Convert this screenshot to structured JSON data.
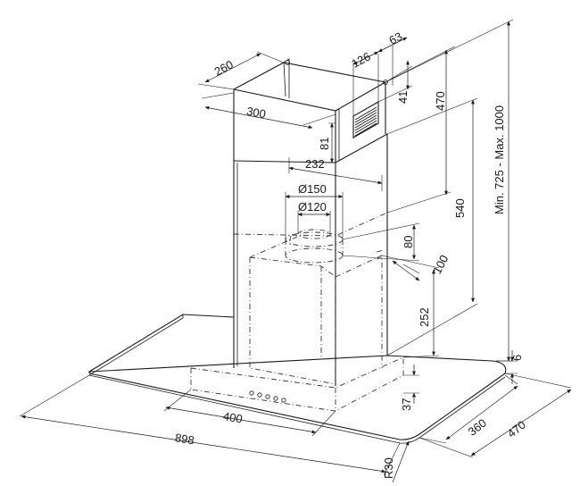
{
  "dimensions": {
    "chimney_depth": "260",
    "chimney_width": "300",
    "vent_offset": "126",
    "vent_width": "63",
    "vent_height": "41",
    "upper_height": "470",
    "lower_offset": "81",
    "duct_offset": "232",
    "duct_outer_diameter": "Ø150",
    "duct_inner_diameter": "Ø120",
    "lower_height": "540",
    "total_height_range": "Min. 725 - Max. 1000",
    "duct_height": "80",
    "duct_to_back": "100",
    "motor_height": "252",
    "glass_thickness": "6",
    "panel_thickness": "37",
    "control_width": "400",
    "canopy_depth_inner": "360",
    "canopy_depth": "470",
    "canopy_width": "898",
    "corner_radius": "R30"
  }
}
